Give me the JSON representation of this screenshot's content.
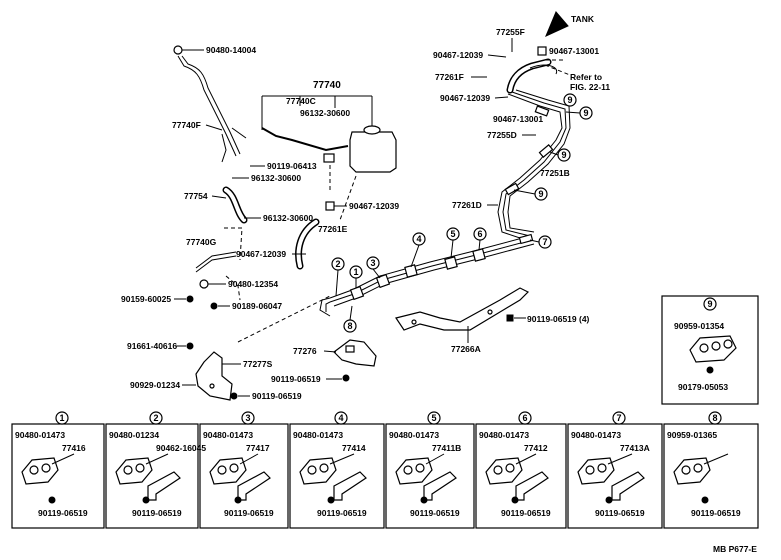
{
  "labels": {
    "tank": "TANK",
    "refer": "Refer to",
    "refer_fig": "FIG. 22-11",
    "footer_code": "MB P677-E",
    "p77255F": "77255F",
    "p90467_12039_a": "90467-12039",
    "p90467_13001_a": "90467-13001",
    "p77261F": "77261F",
    "p90467_12039_b": "90467-12039",
    "p90467_13001_b": "90467-13001",
    "p77255D": "77255D",
    "p77251B": "77251B",
    "p77261D": "77261D",
    "p90480_14004": "90480-14004",
    "p77740": "77740",
    "p77740C": "77740C",
    "p96132_30600_a": "96132-30600",
    "p77740F": "77740F",
    "p90119_06413": "90119-06413",
    "p96132_30600_b": "96132-30600",
    "p90467_12039_c": "90467-12039",
    "p77754": "77754",
    "p96132_30600_c": "96132-30600",
    "p77261E": "77261E",
    "p77740G": "77740G",
    "p90467_12039_d": "90467-12039",
    "p90480_12354": "90480-12354",
    "p90159_60025": "90159-60025",
    "p90189_06047": "90189-06047",
    "p90119_06519_4": "90119-06519 (4)",
    "p77266A": "77266A",
    "p91661_40616": "91661-40616",
    "p77276": "77276",
    "p77277S": "77277S",
    "p90119_06519_a": "90119-06519",
    "p90929_01234": "90929-01234",
    "p90119_06519_b": "90119-06519",
    "box9_part1": "90959-01354",
    "box9_part2": "90179-05053"
  },
  "callouts": [
    "1",
    "2",
    "3",
    "4",
    "5",
    "6",
    "7",
    "8",
    "9"
  ],
  "detail_boxes": [
    {
      "num": "1",
      "clamp": "90480-01473",
      "part": "77416",
      "bolt": "90119-06519"
    },
    {
      "num": "2",
      "clamp": "90480-01234",
      "part": "90462-16045",
      "bolt": "90119-06519"
    },
    {
      "num": "3",
      "clamp": "90480-01473",
      "part": "77417",
      "bolt": "90119-06519"
    },
    {
      "num": "4",
      "clamp": "90480-01473",
      "part": "77414",
      "bolt": "90119-06519"
    },
    {
      "num": "5",
      "clamp": "90480-01473",
      "part": "77411B",
      "bolt": "90119-06519"
    },
    {
      "num": "6",
      "clamp": "90480-01473",
      "part": "77412",
      "bolt": "90119-06519"
    },
    {
      "num": "7",
      "clamp": "90480-01473",
      "part": "77413A",
      "bolt": "90119-06519"
    },
    {
      "num": "8",
      "clamp": "90959-01365",
      "part": "",
      "bolt": "90119-06519"
    }
  ]
}
